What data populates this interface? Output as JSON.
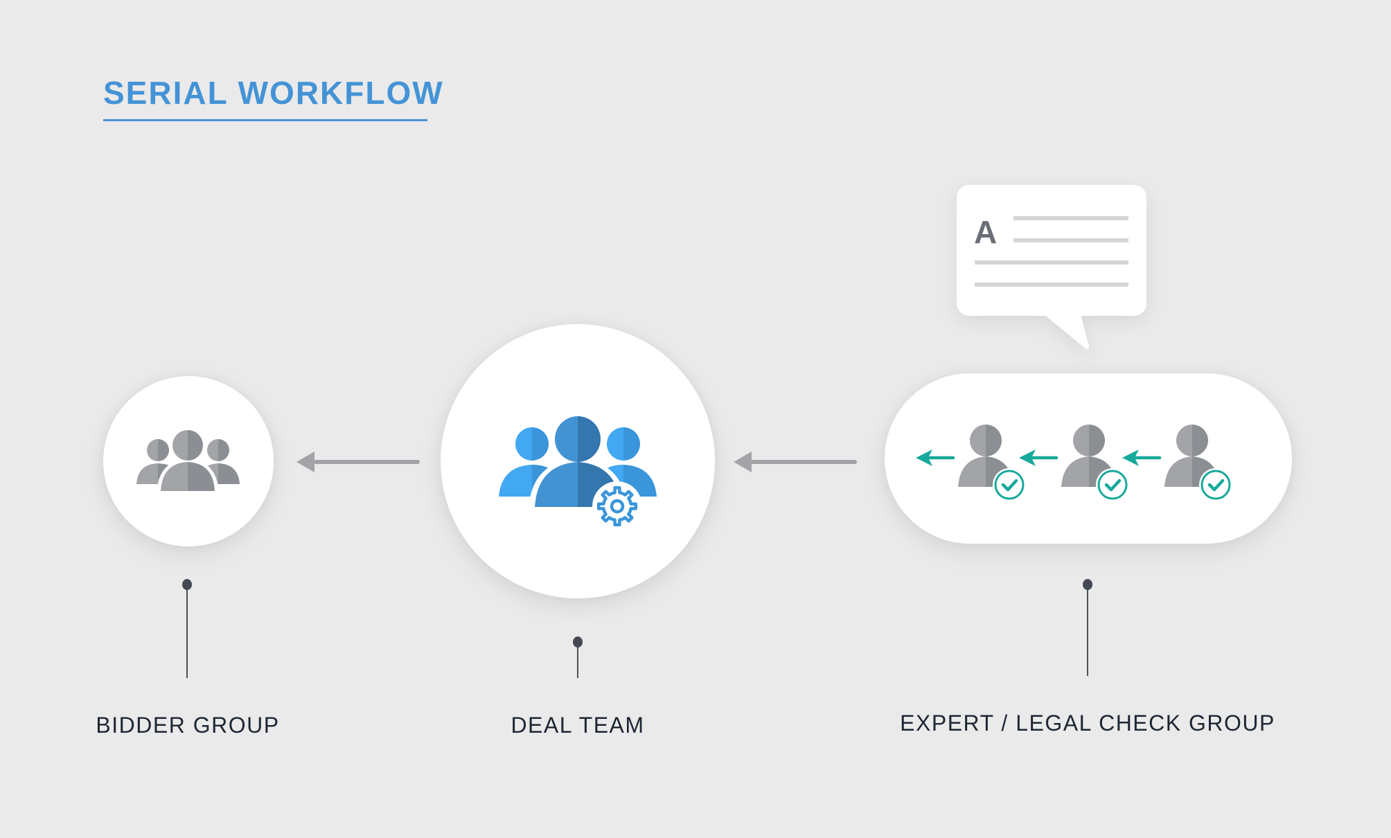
{
  "title": "SERIAL WORKFLOW",
  "colors": {
    "background": "#EAEAEA",
    "title_blue": "#4493D6",
    "arrow_gray": "#A2A4A8",
    "person_gray_light": "#A2A4A8",
    "person_gray_dark": "#8B8E93",
    "deal_blue_light": "#42A8F2",
    "deal_blue_mid": "#3A95DA",
    "deal_blue_main": "#4393D3",
    "deal_blue_dark": "#3476AE",
    "check_teal": "#17A99B",
    "label_text": "#1E2633"
  },
  "nodes": [
    {
      "id": "bidder-group",
      "label": "BIDDER GROUP",
      "icon": "group-icon"
    },
    {
      "id": "deal-team",
      "label": "DEAL TEAM",
      "icon": "team-settings-icon"
    },
    {
      "id": "expert-legal-check-group",
      "label": "EXPERT / LEGAL CHECK GROUP",
      "icon": "approval-chain-icon",
      "approvers": 3,
      "callout_icon": "document-comment-icon",
      "callout_letter": "A"
    }
  ],
  "flow": [
    {
      "from": "expert-legal-check-group",
      "to": "deal-team"
    },
    {
      "from": "deal-team",
      "to": "bidder-group"
    }
  ]
}
